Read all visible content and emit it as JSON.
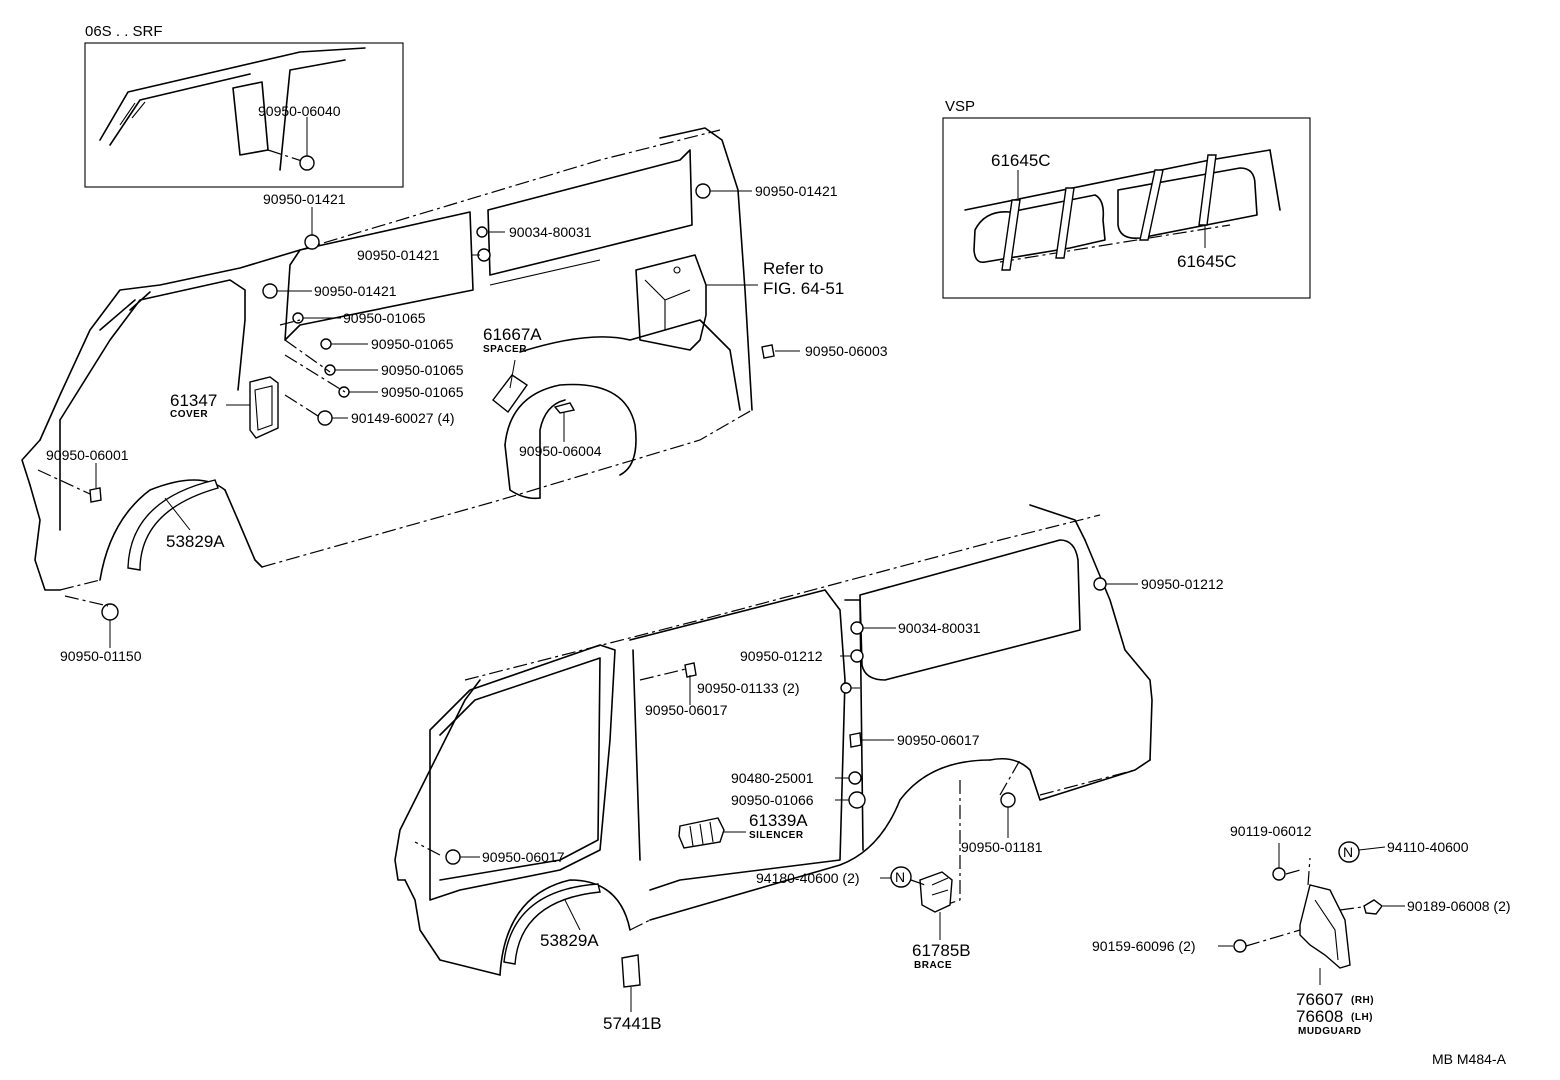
{
  "insets": {
    "srf_label": "06S . . SRF",
    "vsp_label": "VSP"
  },
  "upper": {
    "p_06040": "90950-06040",
    "p_01421_a": "90950-01421",
    "p_01421_b": "90950-01421",
    "p_01421_c": "90950-01421",
    "p_01421_d": "90950-01421",
    "p_80031": "90034-80031",
    "refer_1": "Refer to",
    "refer_2": "FIG. 64-51",
    "p_01065_a": "90950-01065",
    "p_01065_b": "90950-01065",
    "p_01065_c": "90950-01065",
    "p_01065_d": "90950-01065",
    "spacer_no": "61667A",
    "spacer_name": "SPACER",
    "p_06003": "90950-06003",
    "cover_no": "61347",
    "cover_name": "COVER",
    "p_60027": "90149-60027 (4)",
    "p_06004": "90950-06004",
    "p_06001": "90950-06001",
    "arch": "53829A",
    "p_01150": "90950-01150"
  },
  "vsp": {
    "a": "61645C",
    "b": "61645C"
  },
  "lower": {
    "p_01212_a": "90950-01212",
    "p_80031": "90034-80031",
    "p_01212_b": "90950-01212",
    "p_01133": "90950-01133 (2)",
    "p_06017_a": "90950-06017",
    "p_06017_b": "90950-06017",
    "p_25001": "90480-25001",
    "p_01066": "90950-01066",
    "silencer_no": "61339A",
    "silencer_name": "SILENCER",
    "p_06017_c": "90950-06017",
    "p_01181": "90950-01181",
    "p_94180": "94180-40600 (2)",
    "n_mark_a": "N",
    "brace_no": "61785B",
    "brace_name": "BRACE",
    "arch": "53829A",
    "p_57441": "57441B"
  },
  "mudguard": {
    "p_06012": "90119-06012",
    "n_mark": "N",
    "p_94110": "94110-40600",
    "p_06008": "90189-06008 (2)",
    "p_60096": "90159-60096 (2)",
    "rh_no": "76607",
    "rh_tag": "(RH)",
    "lh_no": "76608",
    "lh_tag": "(LH)",
    "name": "MUDGUARD"
  },
  "footer": {
    "code": "MB  M484-A"
  }
}
